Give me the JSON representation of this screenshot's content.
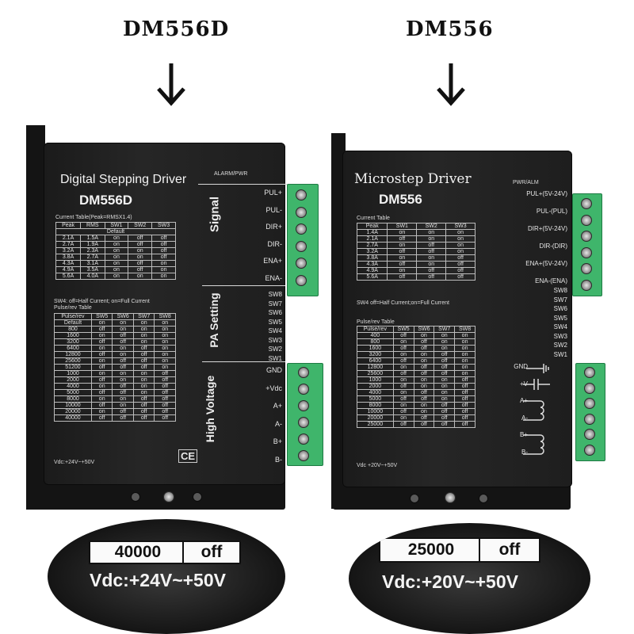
{
  "left": {
    "title": "DM556D",
    "header": "Digital Stepping Driver",
    "model": "DM556D",
    "alarm_label": "ALARM/PWR",
    "signal_word": "Signal",
    "signal_pins": [
      "PUL+",
      "PUL-",
      "DIR+",
      "DIR-",
      "ENA+",
      "ENA-"
    ],
    "pa_word": "PA Setting",
    "sw_labels": [
      "SW8",
      "SW7",
      "SW6",
      "SW5",
      "SW4",
      "SW3",
      "SW2",
      "SW1"
    ],
    "hv_word": "High Voltage",
    "power_pins": [
      "GND",
      "+Vdc",
      "A+",
      "A-",
      "B+",
      "B-"
    ],
    "current_caption": "Current Table(Peak=RMSX1.4)",
    "current_headers": [
      "Peak",
      "RMS",
      "SW1",
      "SW2",
      "SW3"
    ],
    "current_default": "Default",
    "current_rows": [
      [
        "2.1A",
        "1.5A",
        "on",
        "off",
        "off"
      ],
      [
        "2.7A",
        "1.9A",
        "on",
        "off",
        "off"
      ],
      [
        "3.2A",
        "2.3A",
        "on",
        "on",
        "off"
      ],
      [
        "3.8A",
        "2.7A",
        "on",
        "on",
        "off"
      ],
      [
        "4.3A",
        "3.1A",
        "on",
        "off",
        "on"
      ],
      [
        "4.9A",
        "3.5A",
        "on",
        "off",
        "on"
      ],
      [
        "5.6A",
        "4.0A",
        "on",
        "on",
        "on"
      ]
    ],
    "sw4_note": "SW4: off=Half Current; on=Full Current",
    "pulse_caption": "Pulse/rev Table",
    "pulse_headers": [
      "Pulse/rev",
      "SW5",
      "SW6",
      "SW7",
      "SW8"
    ],
    "pulse_rows": [
      [
        "Default",
        "on",
        "on",
        "on",
        "on"
      ],
      [
        "800",
        "off",
        "on",
        "on",
        "on"
      ],
      [
        "1600",
        "on",
        "off",
        "on",
        "on"
      ],
      [
        "3200",
        "off",
        "off",
        "on",
        "on"
      ],
      [
        "6400",
        "on",
        "on",
        "off",
        "on"
      ],
      [
        "12800",
        "off",
        "on",
        "off",
        "on"
      ],
      [
        "25600",
        "on",
        "off",
        "off",
        "on"
      ],
      [
        "51200",
        "off",
        "off",
        "off",
        "on"
      ],
      [
        "1000",
        "on",
        "on",
        "on",
        "off"
      ],
      [
        "2000",
        "off",
        "on",
        "on",
        "off"
      ],
      [
        "4000",
        "on",
        "off",
        "on",
        "off"
      ],
      [
        "5000",
        "off",
        "off",
        "on",
        "off"
      ],
      [
        "8000",
        "on",
        "on",
        "off",
        "off"
      ],
      [
        "10000",
        "off",
        "on",
        "off",
        "off"
      ],
      [
        "20000",
        "on",
        "off",
        "off",
        "off"
      ],
      [
        "40000",
        "off",
        "off",
        "off",
        "off"
      ]
    ],
    "vdc": "Vdc:+24V~+50V",
    "ce_mark": "CE",
    "zoom_value": "40000",
    "zoom_off": "off",
    "zoom_vdc": "Vdc:+24V~+50V"
  },
  "right": {
    "title": "DM556",
    "header": "Microstep Driver",
    "model": "DM556",
    "pwr_label": "PWR/ALM",
    "signal_pins": [
      "PUL+(5V-24V)",
      "PUL-(PUL)",
      "DIR+(5V-24V)",
      "DIR-(DIR)",
      "ENA+(5V-24V)",
      "ENA-(ENA)"
    ],
    "sw_labels": [
      "SW8",
      "SW7",
      "SW6",
      "SW5",
      "SW4",
      "SW3",
      "SW2",
      "SW1"
    ],
    "power_pins": [
      "GND",
      "+V",
      "A+",
      "A-",
      "B+",
      "B-"
    ],
    "current_caption": "Current Table",
    "current_headers": [
      "Peak",
      "SW1",
      "SW2",
      "SW3"
    ],
    "current_rows": [
      [
        "1.4A",
        "on",
        "on",
        "on"
      ],
      [
        "2.1A",
        "off",
        "on",
        "on"
      ],
      [
        "2.7A",
        "on",
        "off",
        "on"
      ],
      [
        "3.2A",
        "off",
        "off",
        "on"
      ],
      [
        "3.8A",
        "on",
        "on",
        "off"
      ],
      [
        "4.3A",
        "off",
        "on",
        "off"
      ],
      [
        "4.9A",
        "on",
        "off",
        "off"
      ],
      [
        "5.6A",
        "off",
        "off",
        "off"
      ]
    ],
    "sw4_note": "SW4 off=Half Current;on=Full Current",
    "pulse_caption": "Pulse/rev Table",
    "pulse_headers": [
      "Pulse/rev",
      "SW5",
      "SW6",
      "SW7",
      "SW8"
    ],
    "pulse_rows": [
      [
        "400",
        "off",
        "on",
        "on",
        "on"
      ],
      [
        "800",
        "on",
        "off",
        "on",
        "on"
      ],
      [
        "1600",
        "off",
        "off",
        "on",
        "on"
      ],
      [
        "3200",
        "on",
        "on",
        "off",
        "on"
      ],
      [
        "6400",
        "off",
        "on",
        "off",
        "on"
      ],
      [
        "12800",
        "on",
        "off",
        "off",
        "on"
      ],
      [
        "25600",
        "off",
        "off",
        "off",
        "on"
      ],
      [
        "1000",
        "on",
        "on",
        "on",
        "off"
      ],
      [
        "2000",
        "off",
        "on",
        "on",
        "off"
      ],
      [
        "4000",
        "on",
        "off",
        "on",
        "off"
      ],
      [
        "5000",
        "off",
        "off",
        "on",
        "off"
      ],
      [
        "8000",
        "on",
        "on",
        "off",
        "off"
      ],
      [
        "10000",
        "off",
        "on",
        "off",
        "off"
      ],
      [
        "20000",
        "on",
        "off",
        "off",
        "off"
      ],
      [
        "25000",
        "off",
        "off",
        "off",
        "off"
      ]
    ],
    "vdc": "Vdc +20V~+50V",
    "zoom_value": "25000",
    "zoom_off": "off",
    "zoom_vdc": "Vdc:+20V~+50V"
  },
  "colors": {
    "terminal_green": "#3fb56b",
    "driver_body": "#1e1e1e",
    "label_text": "#e9e9e9"
  }
}
